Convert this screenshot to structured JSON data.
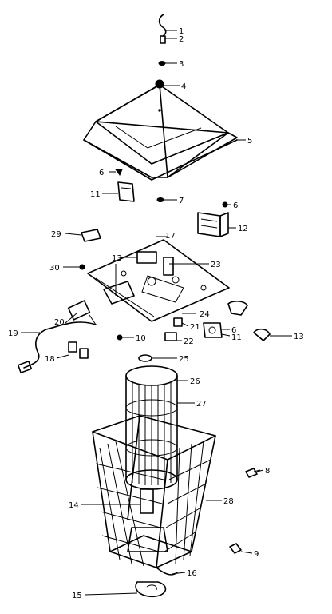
{
  "callouts": [
    "1",
    "2",
    "3",
    "4",
    "5",
    "6",
    "7",
    "6",
    "11",
    "12",
    "29",
    "17",
    "13",
    "23",
    "30",
    "24",
    "21",
    "6",
    "11",
    "13",
    "20",
    "22",
    "19",
    "10",
    "18",
    "25",
    "26",
    "27",
    "8",
    "14",
    "28",
    "9",
    "16",
    "15"
  ]
}
